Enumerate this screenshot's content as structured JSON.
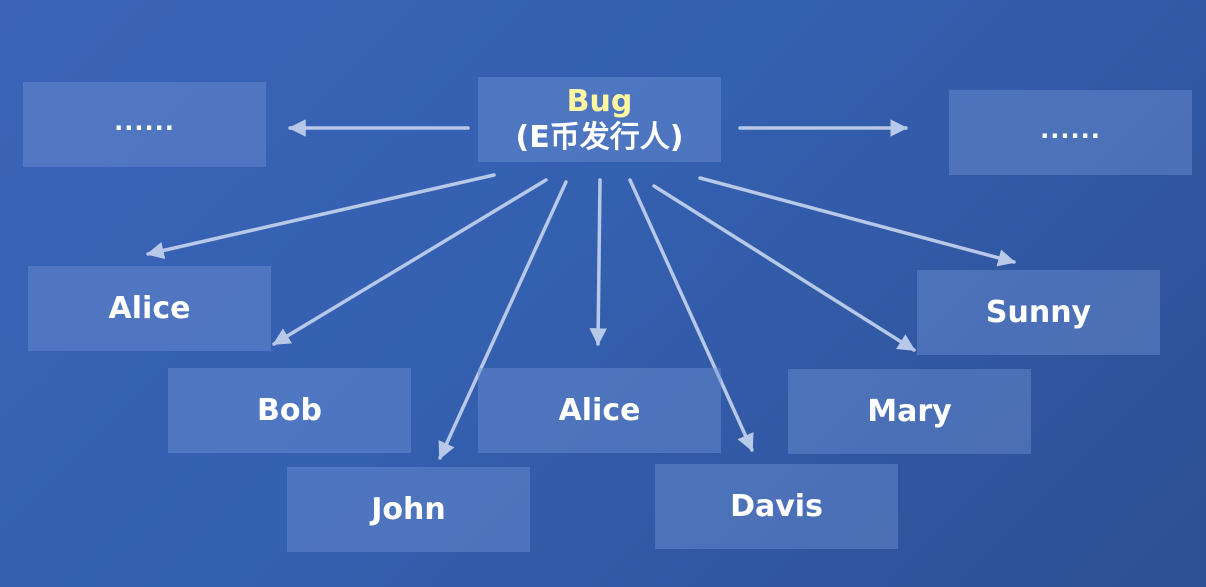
{
  "center": {
    "title": "Bug",
    "subtitle": "(E币发行人)"
  },
  "side_left": "......",
  "side_right": "......",
  "recipients": [
    "Alice",
    "Bob",
    "John",
    "Alice",
    "Davis",
    "Mary",
    "Sunny"
  ],
  "colors": {
    "background": "#3460b0",
    "box": "#6e91d2",
    "arrow": "#b7c8e8",
    "title": "#fff7a0",
    "text": "#ffffff"
  }
}
